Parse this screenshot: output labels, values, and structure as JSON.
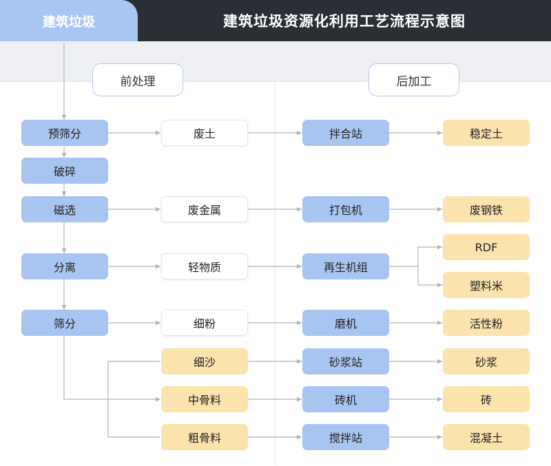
{
  "header": {
    "source": "建筑垃圾",
    "title": "建筑垃圾资源化利用工艺流程示意图"
  },
  "sections": {
    "pre": "前处理",
    "post": "后加工"
  },
  "pretreatment": {
    "prescreen": "预筛分",
    "crush": "破碎",
    "magnetic": "磁选",
    "separate": "分离",
    "screen": "筛分"
  },
  "intermediates": {
    "waste_soil": "废土",
    "scrap_metal": "废金属",
    "light_matter": "轻物质",
    "fine_powder": "细粉",
    "fine_sand": "细沙",
    "medium_aggregate": "中骨料",
    "coarse_aggregate": "粗骨料"
  },
  "processes": {
    "mixing_station": "拌合站",
    "baler": "打包机",
    "regen_unit": "再生机组",
    "grinder": "磨机",
    "mortar_station": "砂浆站",
    "brick_machine": "砖机",
    "concrete_station": "搅拌站"
  },
  "products": {
    "stabilized_soil": "稳定土",
    "scrap_steel": "废钢铁",
    "rdf": "RDF",
    "plastic_pellets": "塑料米",
    "active_powder": "活性粉",
    "mortar": "砂浆",
    "brick": "砖",
    "concrete": "混凝土"
  },
  "colors": {
    "header_bg": "#2b2f35",
    "tab_bg": "#a9c6f3",
    "blue_node": "#a8c4f0",
    "yellow_node": "#fbe3ad",
    "connector": "#b0b3b8"
  }
}
